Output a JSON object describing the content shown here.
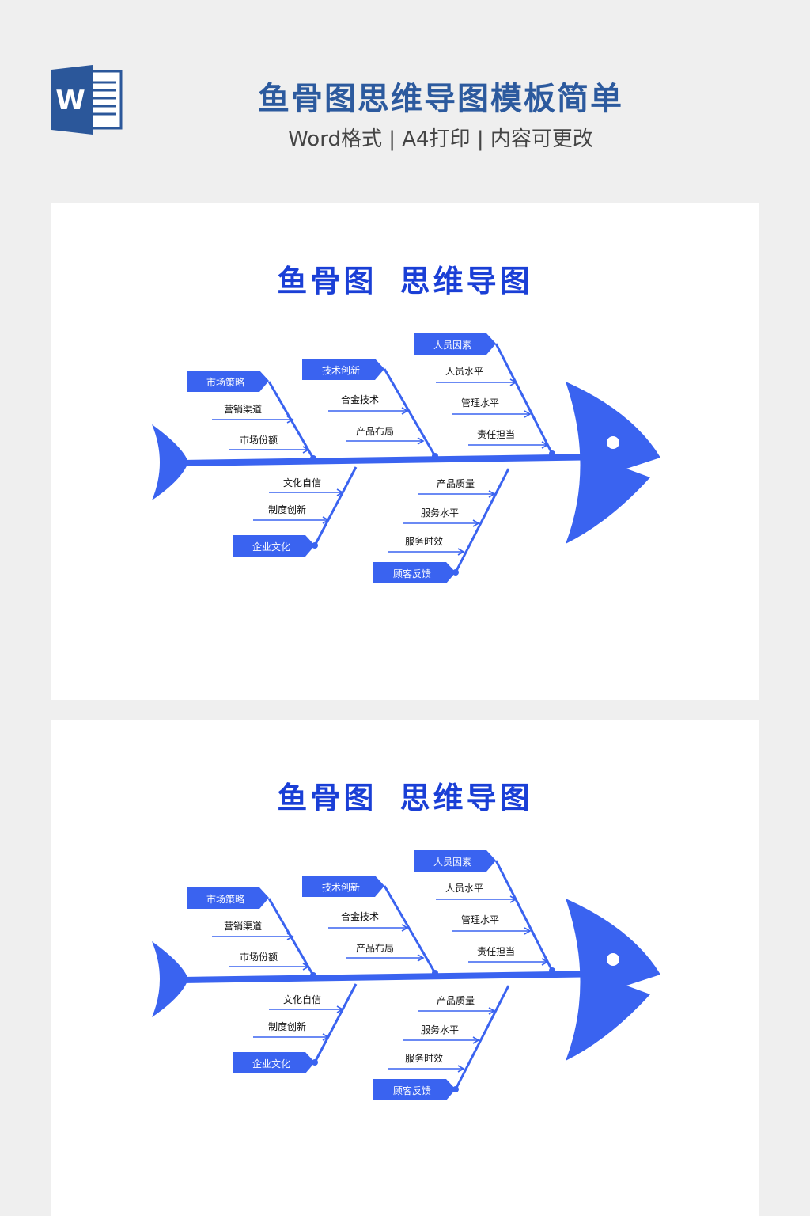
{
  "header": {
    "title": "鱼骨图思维导图模板简单",
    "subtitle": "Word格式 | A4打印 | 内容可更改",
    "icon": "word-icon",
    "icon_letter": "W"
  },
  "colors": {
    "fish": "#3a63f0",
    "title": "#1a3fd6",
    "header": "#2c5a9e"
  },
  "cards": [
    {
      "title": "鱼骨图  思维导图"
    },
    {
      "title": "鱼骨图  思维导图"
    }
  ],
  "fishbone": {
    "categories": [
      {
        "label": "市场策略",
        "items": [
          "营销渠道",
          "市场份额"
        ]
      },
      {
        "label": "技术创新",
        "items": [
          "合金技术",
          "产品布局"
        ]
      },
      {
        "label": "人员因素",
        "items": [
          "人员水平",
          "管理水平",
          "责任担当"
        ]
      },
      {
        "label": "企业文化",
        "items": [
          "文化自信",
          "制度创新"
        ]
      },
      {
        "label": "顾客反馈",
        "items": [
          "产品质量",
          "服务水平",
          "服务时效"
        ]
      }
    ]
  }
}
